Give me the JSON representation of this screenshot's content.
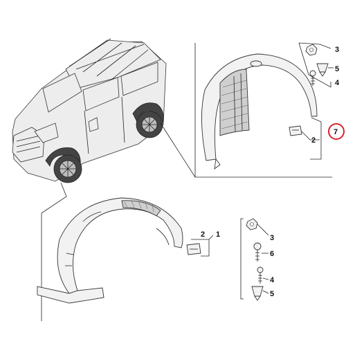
{
  "callouts": {
    "top": {
      "c3": "3",
      "c5": "5",
      "c4": "4",
      "c7": "7",
      "c2": "2"
    },
    "bottom": {
      "c2": "2",
      "c1": "1",
      "c3": "3",
      "c6": "6",
      "c4": "4",
      "c5": "5"
    }
  },
  "colors": {
    "highlight": "#d8232a",
    "line": "#222222",
    "part_fill": "#f2f2f2"
  }
}
